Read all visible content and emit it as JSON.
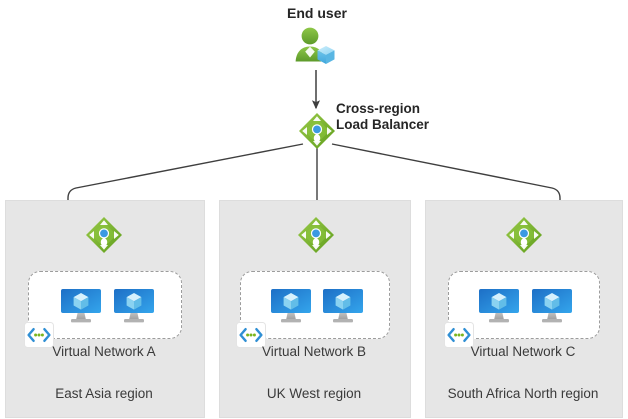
{
  "diagram": {
    "title_end_user": "End user",
    "cross_region_lb": {
      "line1": "Cross-region",
      "line2": "Load Balancer",
      "icon": "load-balancer-icon"
    },
    "icons": {
      "end_user": "end-user-icon",
      "regional_load_balancer": "load-balancer-icon",
      "virtual_machine": "virtual-machine-icon",
      "virtual_network_badge": "virtual-network-icon",
      "arrow": "arrow-icon"
    },
    "colors": {
      "region_fill": "#e6e6e6",
      "region_border": "#dddddd",
      "vnet_fill": "#ffffff",
      "vnet_border": "#9c9c9c",
      "connector": "#3f3f3f",
      "lb_green_light": "#8cc63e",
      "lb_green_dark": "#6aab1f",
      "lb_blue": "#3b9ae1",
      "vm_blue_dark": "#1f6fc4",
      "vm_blue_light": "#32a0e8",
      "vm_cube": "#9fdcf7",
      "person_green_light": "#86c440",
      "person_green_dark": "#5d9a2a",
      "person_cube": "#9fdcf7",
      "text": "#3a3a3a",
      "heading_text": "#262626"
    },
    "regions": [
      {
        "vnet_label": "Virtual Network A",
        "region_label": "East Asia region",
        "vm_count": 2
      },
      {
        "vnet_label": "Virtual Network B",
        "region_label": "UK West region",
        "vm_count": 2
      },
      {
        "vnet_label": "Virtual Network C",
        "region_label": "South Africa North region",
        "vm_count": 2
      }
    ]
  }
}
